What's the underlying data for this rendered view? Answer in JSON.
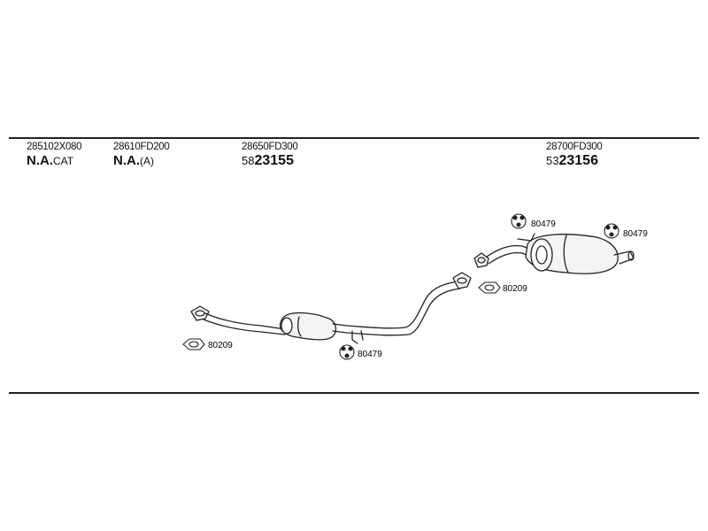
{
  "parts": [
    {
      "part_number": "285102X080",
      "code_bold": "N.A.",
      "code_suffix": "CAT"
    },
    {
      "part_number": "28610FD200",
      "code_bold": "N.A.",
      "code_suffix": "(A)"
    },
    {
      "part_number": "28650FD300",
      "code_prefix": "58",
      "code_main": "23155"
    },
    {
      "part_number": "28700FD300",
      "code_prefix": "53",
      "code_main": "23156"
    }
  ],
  "callouts": [
    {
      "label": "80209",
      "kind": "gasket"
    },
    {
      "label": "80479",
      "kind": "hanger"
    },
    {
      "label": "80209",
      "kind": "gasket"
    },
    {
      "label": "80479",
      "kind": "hanger"
    },
    {
      "label": "80479",
      "kind": "hanger"
    }
  ],
  "colors": {
    "line": "#222222",
    "fill": "#f4f4f4",
    "background": "#ffffff"
  }
}
